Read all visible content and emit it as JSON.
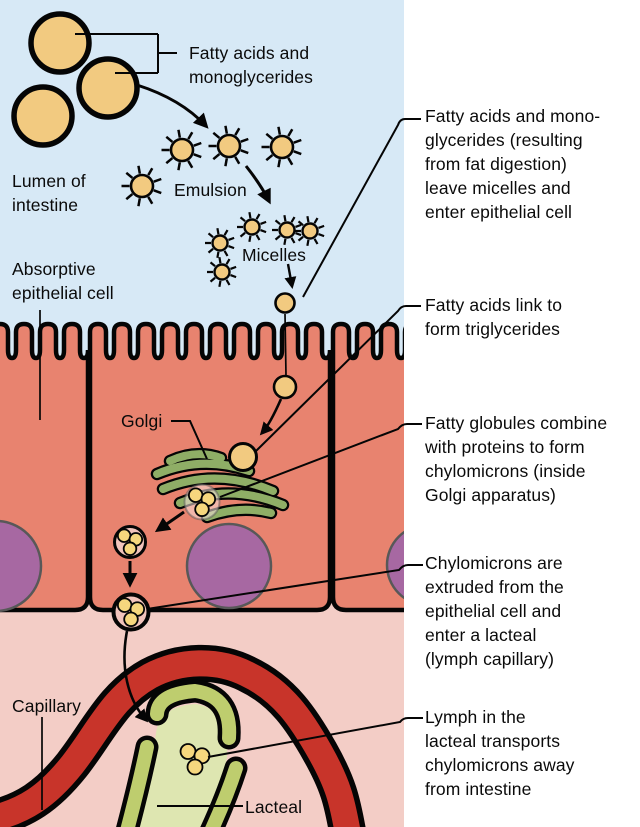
{
  "title": "Lipid absorption diagram",
  "labels": {
    "fatty_acids_bracket": "Fatty acids and\nmonoglycerides",
    "lumen": "Lumen of\nintestine",
    "emulsion": "Emulsion",
    "micelles": "Micelles",
    "absorptive": "Absorptive\nepithelial cell",
    "golgi": "Golgi",
    "capillary": "Capillary",
    "lacteal": "Lacteal"
  },
  "annotations": [
    "Fatty acids and mono-\nglycerides (resulting\nfrom fat digestion)\nleave micelles and\nenter epithelial cell",
    "Fatty acids link to\nform triglycerides",
    "Fatty globules combine\nwith proteins to form\nchylomicrons (inside\nGolgi apparatus)",
    "Chylomicrons are\nextruded from the\nepithelial cell and\nenter a lacteal\n(lymph capillary)",
    "Lymph in the\nlacteal transports\nchylomicrons away\nfrom intestine"
  ],
  "colors": {
    "lumen_blue": "#d7e9f6",
    "cell_salmon": "#e8836f",
    "lamina_pink": "#f3cdc6",
    "nucleus_purple": "#a768a2",
    "nucleus_outline": "#585858",
    "golgi_green": "#8fae66",
    "fat_tan": "#f2ca80",
    "chylo_yellow": "#f6d77e",
    "vesicle_pink": "#f2c4bc",
    "capillary_red": "#c8342a",
    "lacteal_wall": "#becd6e",
    "lacteal_lumen": "#dee6b1",
    "ink": "#050505"
  }
}
